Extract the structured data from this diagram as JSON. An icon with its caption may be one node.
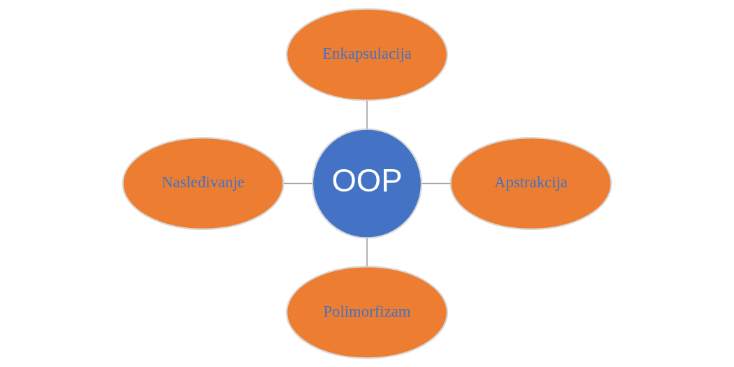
{
  "diagram": {
    "nodes": [
      {
        "text": [
          "Enkapsulacija"
        ]
      },
      {
        "text": [
          "Nasleđivanje"
        ]
      },
      {
        "text": [
          "OOP"
        ]
      },
      {
        "text": [
          "Apstrakcija"
        ]
      },
      {
        "text": [
          "Polimorfizam"
        ]
      }
    ],
    "edges": [
      {
        "from": 0,
        "to": 2,
        "arrow": "none"
      },
      {
        "from": 1,
        "to": 2,
        "arrow": "none"
      },
      {
        "from": 2,
        "to": 3,
        "arrow": "none"
      },
      {
        "from": 2,
        "to": 4,
        "arrow": "none"
      }
    ]
  }
}
